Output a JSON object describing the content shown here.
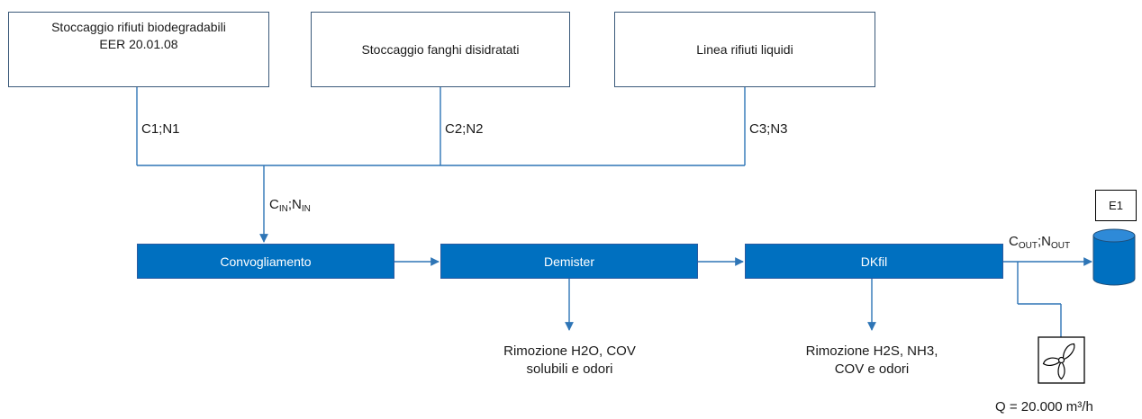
{
  "colors": {
    "process_fill": "#0070c0",
    "line": "#2e75b6",
    "box_border": "#3b5a7a",
    "chimney_fill": "#0070c0"
  },
  "sources": [
    {
      "line1": "Stoccaggio rifiuti biodegradabili",
      "line2": "EER 20.01.08"
    },
    {
      "line1": "Stoccaggio fanghi disidratati",
      "line2": ""
    },
    {
      "line1": "Linea  rifiuti liquidi",
      "line2": ""
    }
  ],
  "branch_labels": [
    "C1;N1",
    "C2;N2",
    "C3;N3"
  ],
  "inlet_label": {
    "c": "C",
    "c_sub": "IN",
    "sep": ";",
    "n": "N",
    "n_sub": "IN"
  },
  "outlet_label": {
    "c": "C",
    "c_sub": "OUT",
    "sep": ";",
    "n": "N",
    "n_sub": "OUT"
  },
  "processes": [
    "Convogliamento",
    "Demister",
    "DKfil"
  ],
  "removals": [
    {
      "line1": "Rimozione H2O, COV",
      "line2": "solubili e odori"
    },
    {
      "line1": "Rimozione H2S, NH3,",
      "line2": "COV e odori"
    }
  ],
  "emission_point": "E1",
  "fan_icon": "fan-icon",
  "chimney_icon": "chimney-icon",
  "flow_rate": "Q = 20.000  m³/h"
}
